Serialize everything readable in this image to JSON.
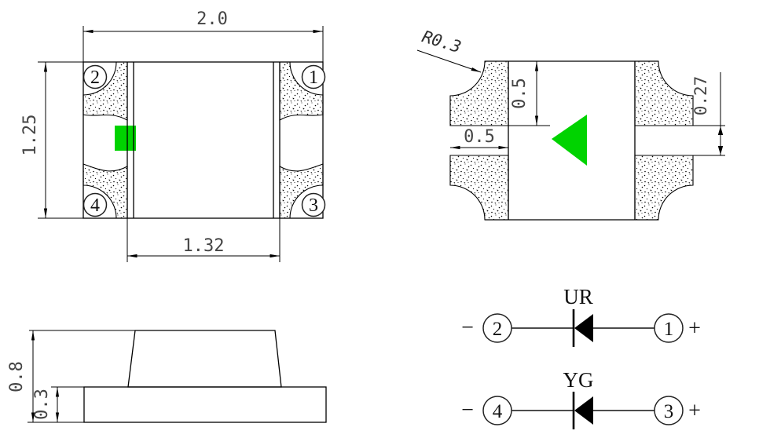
{
  "drawing": {
    "colors": {
      "line": "#000000",
      "dim_text": "#454545",
      "led_green": "#00d300"
    },
    "top_view": {
      "dim_overall_width": "2.0",
      "dim_overall_height": "1.25",
      "dim_inner_width": "1.32",
      "pin_top_left": "2",
      "pin_top_right": "1",
      "pin_bottom_left": "4",
      "pin_bottom_right": "3"
    },
    "bottom_view": {
      "corner_radius_label": "R0.3",
      "dim_pad_height": "0.5",
      "dim_pad_width": "0.5",
      "dim_pad_gap": "0.27"
    },
    "side_view": {
      "dim_total_height": "0.8",
      "dim_base_height": "0.3"
    },
    "schematic": {
      "diode_1": {
        "label": "UR",
        "minus": "−",
        "pin_neg": "2",
        "pin_pos": "1",
        "plus": "+"
      },
      "diode_2": {
        "label": "YG",
        "minus": "−",
        "pin_neg": "4",
        "pin_pos": "3",
        "plus": "+"
      }
    }
  }
}
